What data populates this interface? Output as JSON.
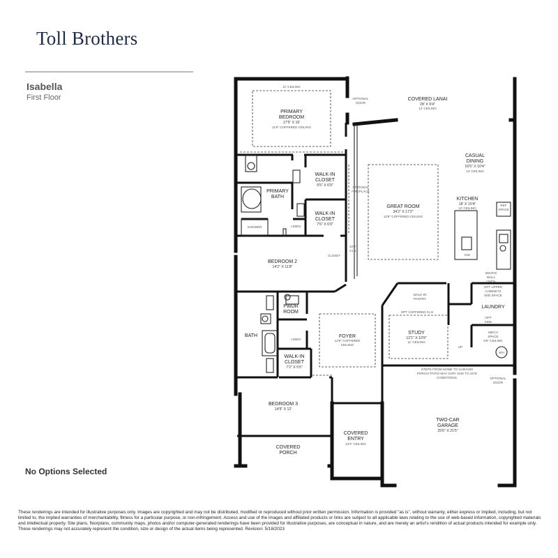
{
  "brand": "Toll Brothers",
  "model_name": "Isabella",
  "floor_name": "First Floor",
  "options_status": "No Options Selected",
  "disclaimer": "These renderings are intended for illustrative purposes only. Images are copyrighted and may not be distributed, modified or reproduced without prior written permission. Information is provided \"as is\", without warranty, either express or implied, including, but not limited to, the implied warranties of merchantability, fitness for a particular purpose, or non-infringement. Access and use of the images and affiliated products or links are subject to all applicable laws relating to the use of web-based information, copyrighted materials and intellectual property. Site plans, floorplans, community maps, photos and/or computer-generated renderings have been provided for illustrative purposes, are conceptual in nature, and are merely an artist's rendition of actual products intended for example only. These renderings may not accurately represent the condition, size or design of the actual items being represented. Revision: 5/18/2023",
  "plan": {
    "ceiling_note_top": "11' CEILING",
    "primary_bedroom": {
      "name1": "PRIMARY",
      "name2": "BEDROOM",
      "dims": "17'5\" X 16'",
      "ceiling": "11'8\" COFFERED CEILING"
    },
    "covered_lanai": {
      "name": "COVERED LANAI",
      "dims": "28' X 9'4\"",
      "ceiling": "12' CEILING"
    },
    "optional_door_top": {
      "l1": "OPTIONAL",
      "l2": "DOOR"
    },
    "casual_dining": {
      "name1": "CASUAL",
      "name2": "DINING",
      "dims": "16'5\" X 10'4\"",
      "ceiling": "12' CEILING"
    },
    "kitchen": {
      "name": "KITCHEN",
      "dims": "18' X 10'4\"",
      "ceiling": "12' CEILING"
    },
    "ref_space": {
      "l1": "REF",
      "l2": "SPACE"
    },
    "dw": "DW",
    "micro_wall_oven": {
      "l1": "MICRO/",
      "l2": "WALL",
      "l3": "OVEN"
    },
    "walk_in_closet_1": {
      "l1": "WALK-IN",
      "l2": "CLOSET",
      "dims": "9'5\" X 6'9\""
    },
    "walk_in_closet_2": {
      "l1": "WALK-IN",
      "l2": "CLOSET",
      "dims": "7'6\" X 6'9\""
    },
    "primary_bath": {
      "l1": "PRIMARY",
      "l2": "BATH"
    },
    "shower": "SHOWER",
    "linen_1": "LINEN",
    "optional_fireplace": {
      "l1": "OPTIONAL",
      "l2": "FIREPLACE"
    },
    "great_room": {
      "name": "GREAT ROOM",
      "dims": "34'2\" X 17'2\"",
      "ceiling": "12'8\" COFFERED CEILING"
    },
    "clg": {
      "l1": "10'6\"",
      "l2": "CLG"
    },
    "bedroom_2": {
      "name": "BEDROOM 2",
      "dims": "14'2\" X 11'8\""
    },
    "closet": "CLOSET",
    "walk_in_pantry": {
      "l1": "WALK-IN",
      "l2": "PANTRY"
    },
    "opt_upper_cabinets": {
      "l1": "OPT UPPER",
      "l2": "CABINETS",
      "l3": "W/D SPACE"
    },
    "laundry": "LAUNDRY",
    "opt_sink": {
      "l1": "OPT",
      "l2": "SINK"
    },
    "pwdr_room": {
      "l1": "PWDR",
      "l2": "ROOM"
    },
    "bath": "BATH",
    "linen_2": "LINEN",
    "foyer": {
      "name": "FOYER",
      "ceiling1": "12'8\" COFFERED",
      "ceiling2": "CEILING"
    },
    "opt_coffered_clg": "OPT COFFERED CLG",
    "study": {
      "name": "STUDY",
      "dims": "12'1\" X 10'9\"",
      "ceiling": "11' CEILING"
    },
    "mech_space": {
      "l1": "MECH",
      "l2": "SPACE",
      "ceiling": "8'6\" CEILING"
    },
    "wh": "WH",
    "up": "UP",
    "steps_note": {
      "l1": "STEPS FROM HOME TO GARAGE/",
      "l2": "PORCH/ PATIO MAY VARY DUE TO SITE",
      "l3": "CONDITIONS."
    },
    "optional_door_garage": {
      "l1": "OPTIONAL",
      "l2": "DOOR"
    },
    "walk_in_closet_3": {
      "l1": "WALK-IN",
      "l2": "CLOSET",
      "dims": "7'2\" X 5'5\""
    },
    "bedroom_3": {
      "name": "BEDROOM 3",
      "dims": "14'9\" X 12'"
    },
    "covered_entry": {
      "l1": "COVERED",
      "l2": "ENTRY",
      "ceiling": "13'4\" CEILING"
    },
    "two_car_garage": {
      "l1": "TWO-CAR",
      "l2": "GARAGE",
      "dims": "25'6\" X 21'5\""
    },
    "covered_porch": {
      "l1": "COVERED",
      "l2": "PORCH"
    }
  }
}
